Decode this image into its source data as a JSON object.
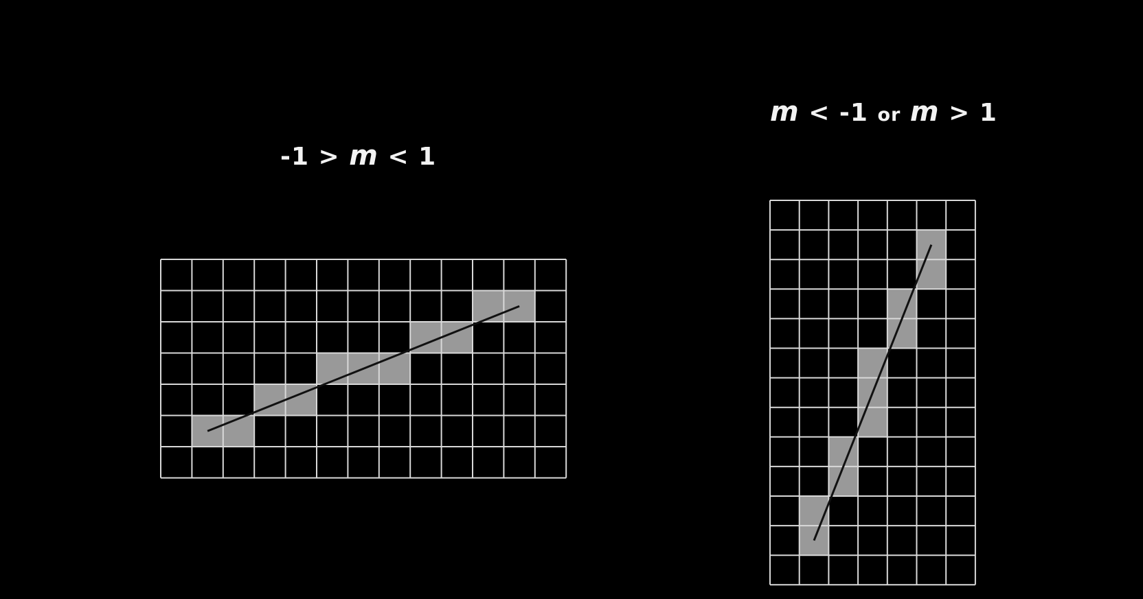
{
  "left_panel": {
    "title": {
      "lhs": "-1 >",
      "var": "m",
      "rhs": "< 1"
    },
    "columns": 13,
    "rows": 7,
    "filled_cells": [
      [
        1,
        5
      ],
      [
        2,
        5
      ],
      [
        3,
        4
      ],
      [
        4,
        4
      ],
      [
        5,
        3
      ],
      [
        6,
        3
      ],
      [
        7,
        3
      ],
      [
        8,
        2
      ],
      [
        9,
        2
      ],
      [
        10,
        1
      ],
      [
        11,
        1
      ]
    ],
    "line": {
      "from": [
        1.5,
        5.5
      ],
      "to": [
        11.5,
        1.5
      ]
    }
  },
  "right_panel": {
    "title": {
      "var1": "m",
      "mid1": "< -1",
      "or": "or",
      "var2": "m",
      "rhs": "> 1"
    },
    "columns": 7,
    "rows": 13,
    "filled_cells": [
      [
        1,
        10
      ],
      [
        1,
        11
      ],
      [
        2,
        8
      ],
      [
        2,
        9
      ],
      [
        3,
        5
      ],
      [
        3,
        6
      ],
      [
        3,
        7
      ],
      [
        4,
        3
      ],
      [
        4,
        4
      ],
      [
        5,
        1
      ],
      [
        5,
        2
      ]
    ],
    "line": {
      "from": [
        1.5,
        11.5
      ],
      "to": [
        5.5,
        1.5
      ]
    }
  },
  "colors": {
    "background": "#000000",
    "grid": "#d9d9d9",
    "fill": "#999999",
    "line": "#111111",
    "text": "#f2f2f2"
  }
}
